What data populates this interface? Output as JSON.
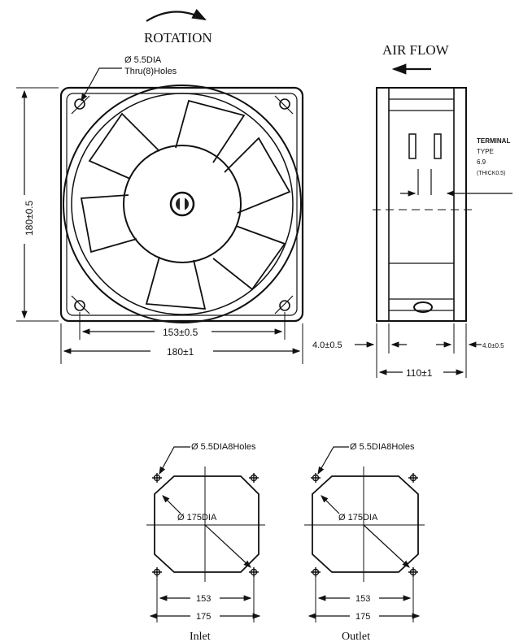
{
  "front": {
    "rotation_label": "ROTATION",
    "hole_callout_line1": "Ø 5.5DIA",
    "hole_callout_line2": "Thru(8)Holes",
    "dim_height": "180±0.5",
    "dim_hole_spacing": "153±0.5",
    "dim_width": "180±1"
  },
  "side": {
    "airflow_label": "AIR FLOW",
    "terminal_line1": "TERMINAL",
    "terminal_line2": "TYPE",
    "terminal_line3": "6.9",
    "terminal_line4": "(THICK0.5)",
    "dim_flange_left": "4.0±0.5",
    "dim_flange_right": "4.0±0.5",
    "dim_depth": "110±1"
  },
  "inlet": {
    "hole_callout": "Ø 5.5DIA8Holes",
    "diameter": "Ø 175DIA",
    "dim_inner": "153",
    "dim_outer": "175",
    "caption": "Inlet"
  },
  "outlet": {
    "hole_callout": "Ø 5.5DIA8Holes",
    "diameter": "Ø 175DIA",
    "dim_inner": "153",
    "dim_outer": "175",
    "caption": "Outlet"
  },
  "colors": {
    "ink": "#111111",
    "paper": "#ffffff"
  }
}
